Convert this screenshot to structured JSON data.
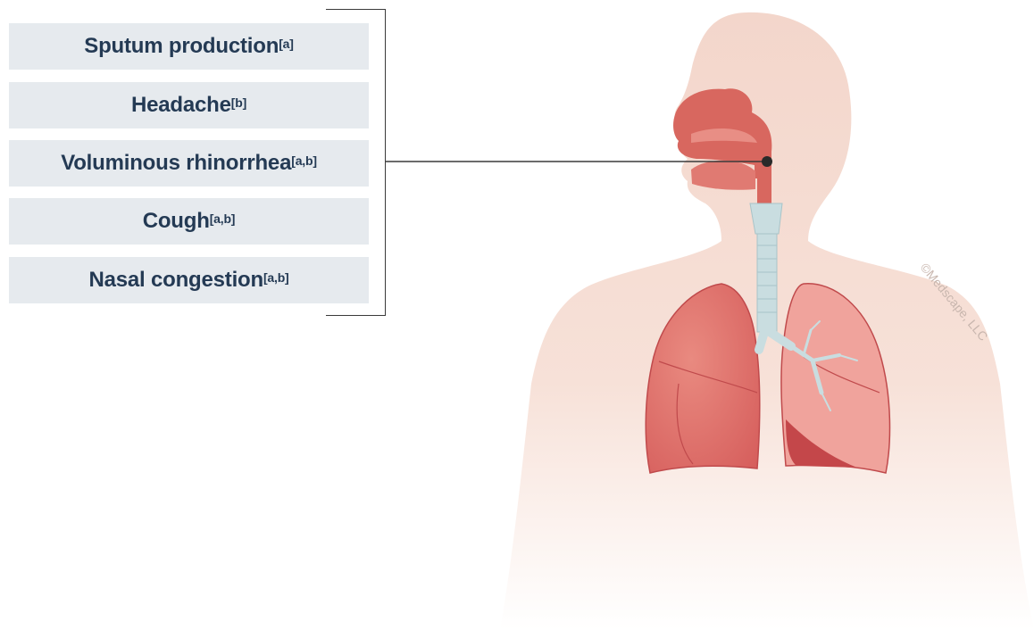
{
  "symptoms": [
    {
      "label": "Sputum production",
      "sup": "[a]"
    },
    {
      "label": "Headache",
      "sup": "[b]"
    },
    {
      "label": "Voluminous rhinorrhea",
      "sup": "[a,b]"
    },
    {
      "label": "Cough",
      "sup": "[a,b]"
    },
    {
      "label": "Nasal congestion",
      "sup": "[a,b]"
    }
  ],
  "watermark": "©Medscape, LLC",
  "colors": {
    "skin": "#f3d6cb",
    "airway": "#d8675f",
    "lung": "#df6f68",
    "lung_dark": "#c4474a",
    "trachea": "#c9dde0",
    "label_bg": "#e6eaee",
    "label_text": "#243a54"
  }
}
